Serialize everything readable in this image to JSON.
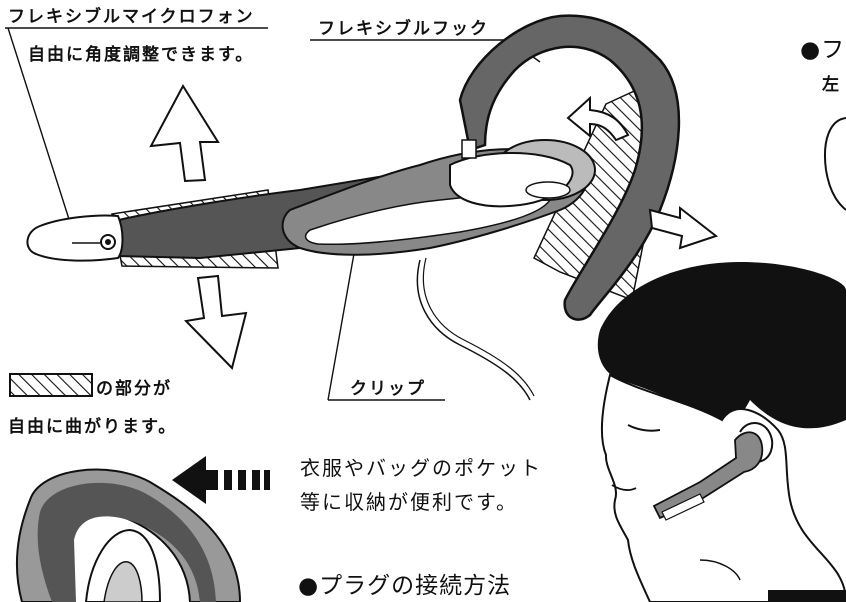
{
  "labels": {
    "flexible_mic": "フレキシブルマイクロフォン",
    "mic_angle": "自由に角度調整できます。",
    "flexible_hook": "フレキシブルフック",
    "clip": "クリップ",
    "hatch_suffix": "の部分が",
    "bend_freely": "自由に曲がります。",
    "storage_line1": "衣服やバッグのポケット",
    "storage_line2": "等に収納が便利です。",
    "plug_heading": "●プラグの接続方法",
    "right_heading_partial": "●フ",
    "right_sub_partial": "左"
  }
}
